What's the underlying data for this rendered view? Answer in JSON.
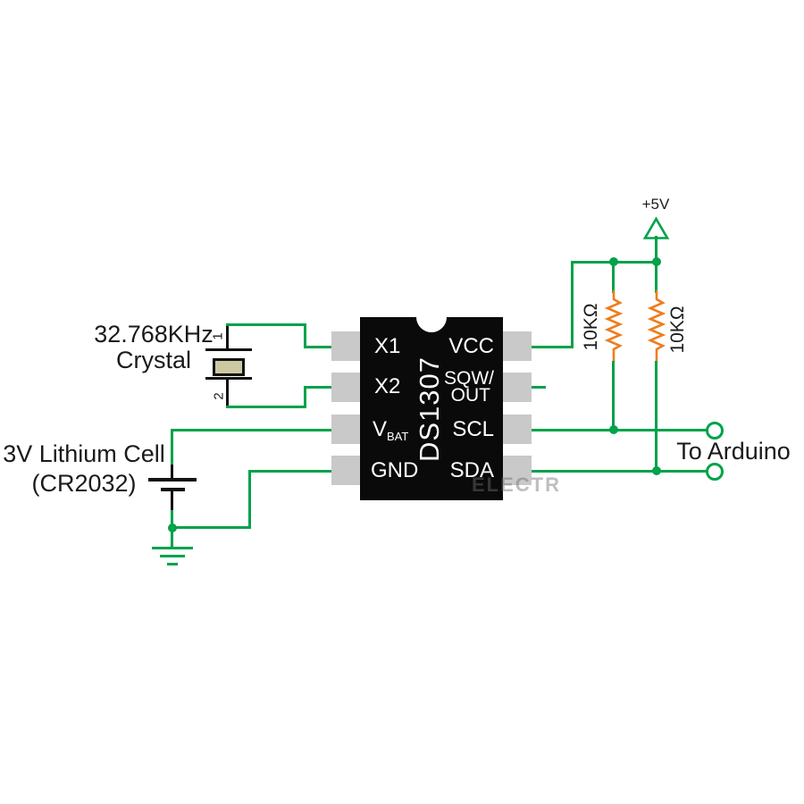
{
  "ic": {
    "name": "DS1307",
    "left_pins": [
      {
        "label": "X1"
      },
      {
        "label": "X2"
      },
      {
        "label": "V",
        "sub": "BAT"
      },
      {
        "label": "GND"
      }
    ],
    "right_pins": [
      {
        "label": "VCC"
      },
      {
        "label": "SQW/",
        "label2": "OUT"
      },
      {
        "label": "SCL"
      },
      {
        "label": "SDA"
      }
    ]
  },
  "crystal": {
    "label_line1": "32.768KHz",
    "label_line2": "Crystal",
    "pin1": "1",
    "pin2": "2"
  },
  "battery": {
    "label_line1": "3V Lithium Cell",
    "label_line2": "(CR2032)"
  },
  "power": {
    "label": "+5V"
  },
  "resistors": [
    {
      "value": "10KΩ"
    },
    {
      "value": "10KΩ"
    }
  ],
  "arduino": {
    "label": "To Arduino"
  },
  "watermark": "ELECTR",
  "colors": {
    "wire_green": "#00a24b",
    "resistor_orange": "#ee7d1d",
    "pad_gray": "#c9c9c9",
    "ic_black": "#0a0a0a",
    "crystal_fill": "#cbc8a2"
  }
}
